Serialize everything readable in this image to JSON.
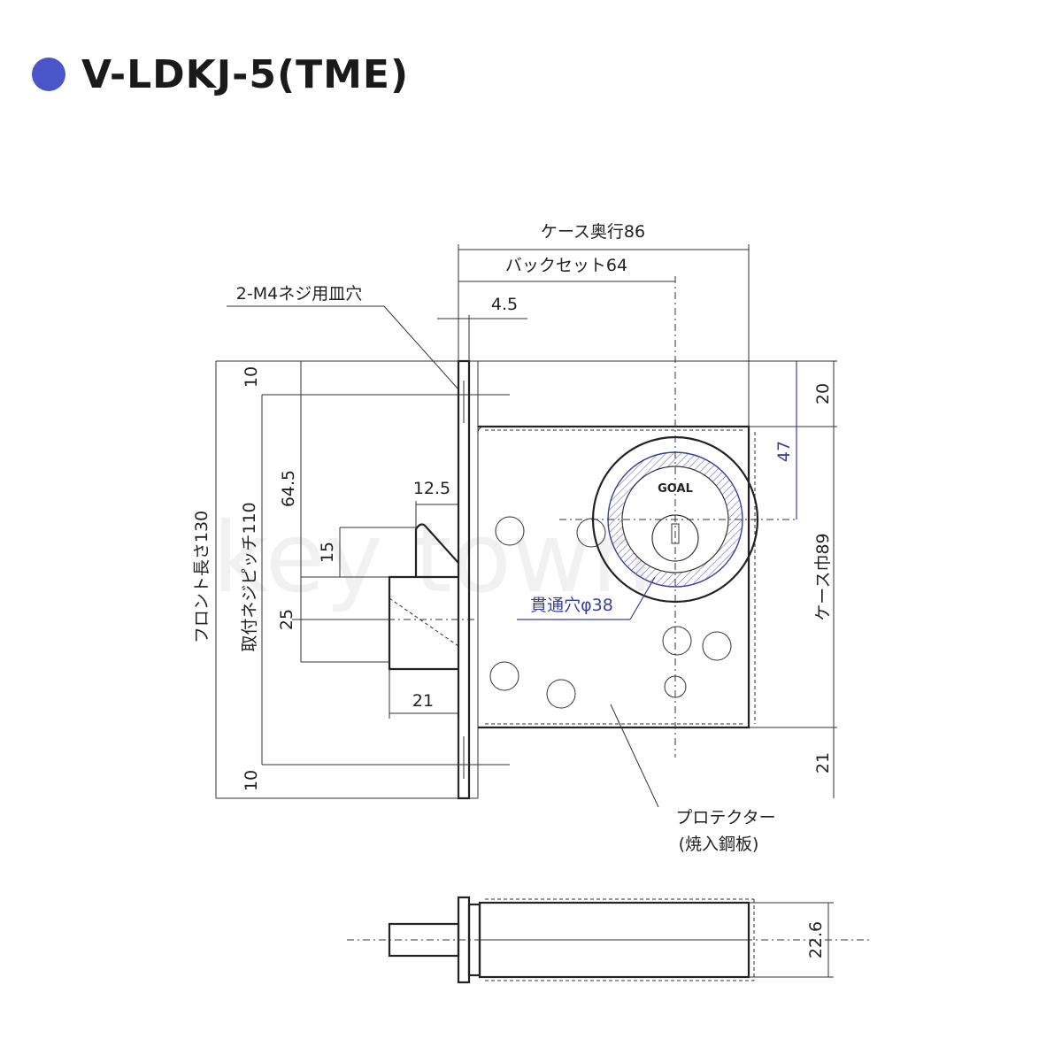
{
  "title": "V-LDKJ-5(TME)",
  "colors": {
    "accent_dot": "#4a55c8",
    "blue_dim": "#3a3f9c",
    "line": "#222222"
  },
  "watermark": "key town",
  "labels": {
    "case_depth": "ケース奥行86",
    "backset": "バックセット64",
    "screw_hole": "2-M4ネジ用皿穴",
    "d_4_5": "4.5",
    "d_10_top": "10",
    "d_10_bottom": "10",
    "d_64_5": "64.5",
    "d_15": "15",
    "d_25": "25",
    "d_12_5": "12.5",
    "d_21_bolt": "21",
    "d_20": "20",
    "d_47": "47",
    "d_21_right": "21",
    "case_width": "ケース巾89",
    "front_length": "フロント長さ130",
    "screw_pitch": "取付ネジピッチ110",
    "through_hole": "貫通穴φ38",
    "protector_1": "プロテクター",
    "protector_2": "(焼入鋼板)",
    "cylinder_brand": "GOAL",
    "d_22_6": "22.6"
  }
}
